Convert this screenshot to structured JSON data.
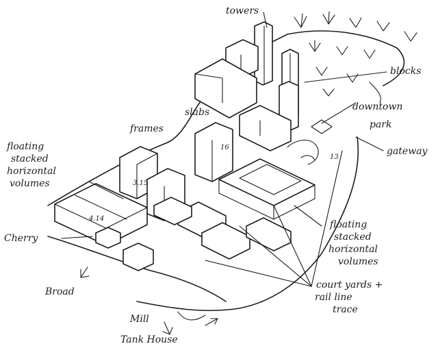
{
  "labels": {
    "towers": "towers",
    "blocks": "blocks",
    "slabs": "slabs",
    "downtown_park_1": "downtown",
    "downtown_park_2": "park",
    "frames": "frames",
    "gateway": "gateway",
    "floating_left_1": "floating",
    "floating_left_2": "stacked",
    "floating_left_3": "horizontal",
    "floating_left_4": "volumes",
    "floating_right_1": "floating",
    "floating_right_2": "stacked",
    "floating_right_3": "horizontal",
    "floating_right_4": "volumes",
    "cherry": "Cherry",
    "broad": "Broad",
    "courtyards_1": "court yards +",
    "courtyards_2": "rail line",
    "courtyards_3": "trace",
    "mill": "Mill",
    "tank_house": "Tank House",
    "num_16": "16",
    "num_13": "13",
    "num_315": "3.15",
    "num_414": "4.14"
  }
}
